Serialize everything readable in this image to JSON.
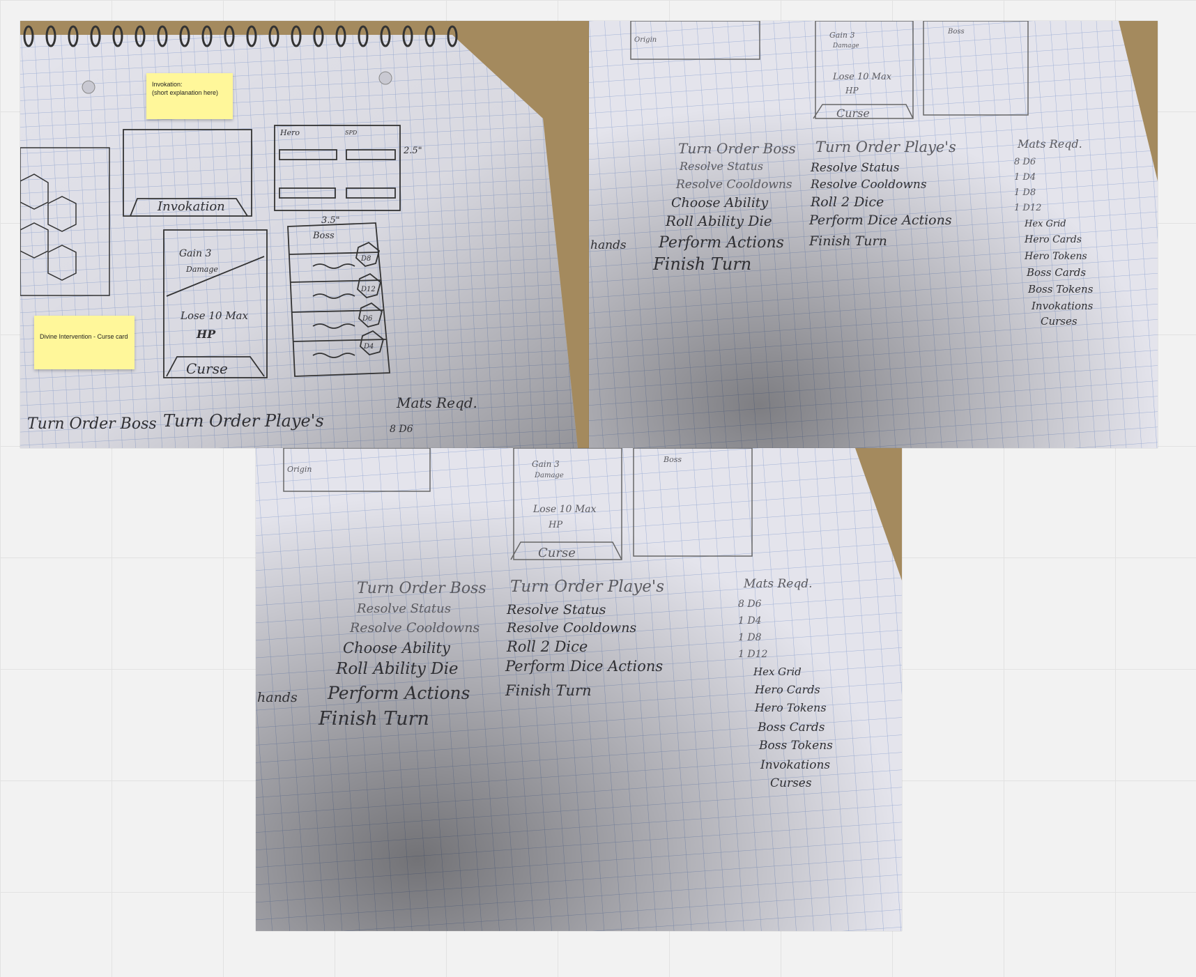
{
  "board": {
    "sticky_notes": [
      {
        "id": "invokation",
        "line1": "Invokation:",
        "line2": "(short explanation here)"
      },
      {
        "id": "divine",
        "text": "Divine Intervention - Curse card"
      }
    ]
  },
  "sketch": {
    "cards": {
      "invokation_label": "Invokation",
      "hero_label": "Hero",
      "hero_small_1": "SPD",
      "dim_height": "2.5\"",
      "dim_width": "3.5\"",
      "gain_line1": "Gain 3",
      "gain_line2": "Damage",
      "lose_line1": "Lose 10 Max",
      "lose_line2": "HP",
      "curse_label": "Curse",
      "boss_label": "Boss",
      "dice": [
        "D8",
        "D12",
        "D6",
        "D4"
      ]
    },
    "turn_order_boss": {
      "heading": "Turn Order Boss",
      "steps": [
        "Resolve Status",
        "Resolve Cooldowns",
        "Choose Ability",
        "Roll Ability Die",
        "Perform Actions",
        "Finish Turn"
      ]
    },
    "turn_order_players": {
      "heading": "Turn Order Playe's",
      "steps": [
        "Resolve Status",
        "Resolve Cooldowns",
        "Roll 2 Dice",
        "Perform Dice Actions",
        "Finish Turn"
      ]
    },
    "mats_reqd": {
      "heading": "Mats Reqd.",
      "items": [
        "8 D6",
        "1 D4",
        "1 D8",
        "1 D12",
        "Hex Grid",
        "Hero Cards",
        "Hero Tokens",
        "Boss Cards",
        "Boss Tokens",
        "Invokations",
        "Curses"
      ]
    },
    "origin_label": "Origin",
    "hands_label": "hands"
  },
  "colors": {
    "sticky": "#fff79a",
    "paper": "#e6e6ee",
    "grid_line": "#9fb0d6",
    "cardboard": "#9c8258",
    "pencil": "#2f2f33"
  }
}
